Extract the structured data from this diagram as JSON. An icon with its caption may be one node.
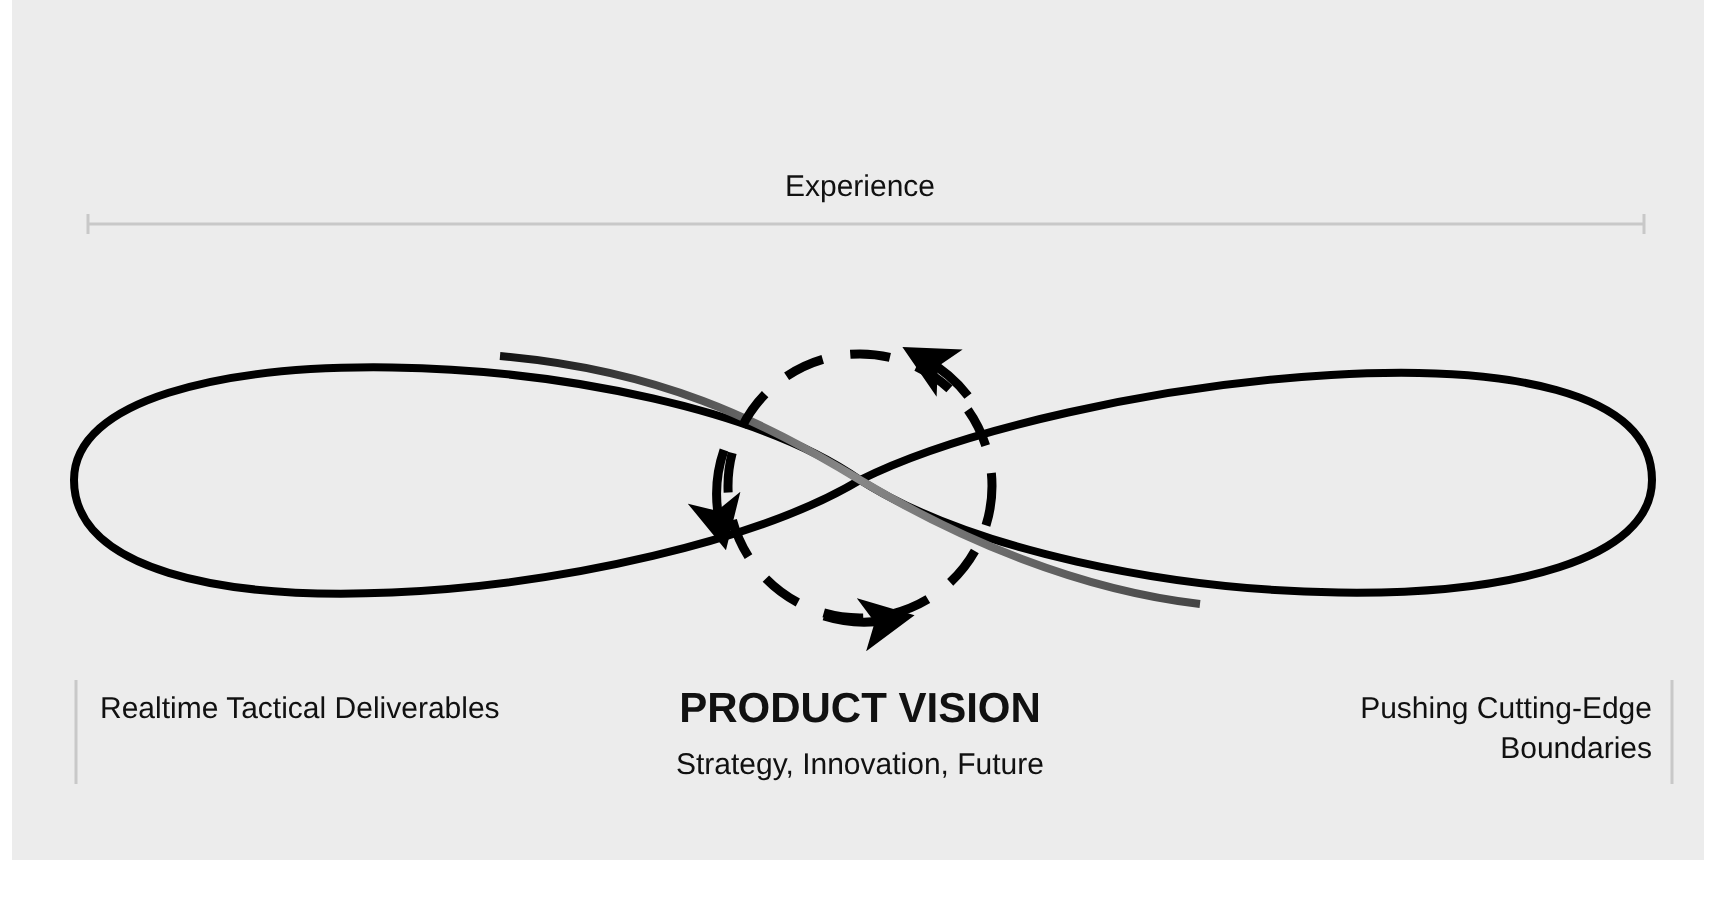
{
  "diagram": {
    "labels": [
      "Experience",
      "Realtime Tactical Deliverables",
      "PRODUCT VISION",
      "Strategy, Innovation, Future",
      "Pushing Cutting-Edge Boundaries"
    ]
  }
}
